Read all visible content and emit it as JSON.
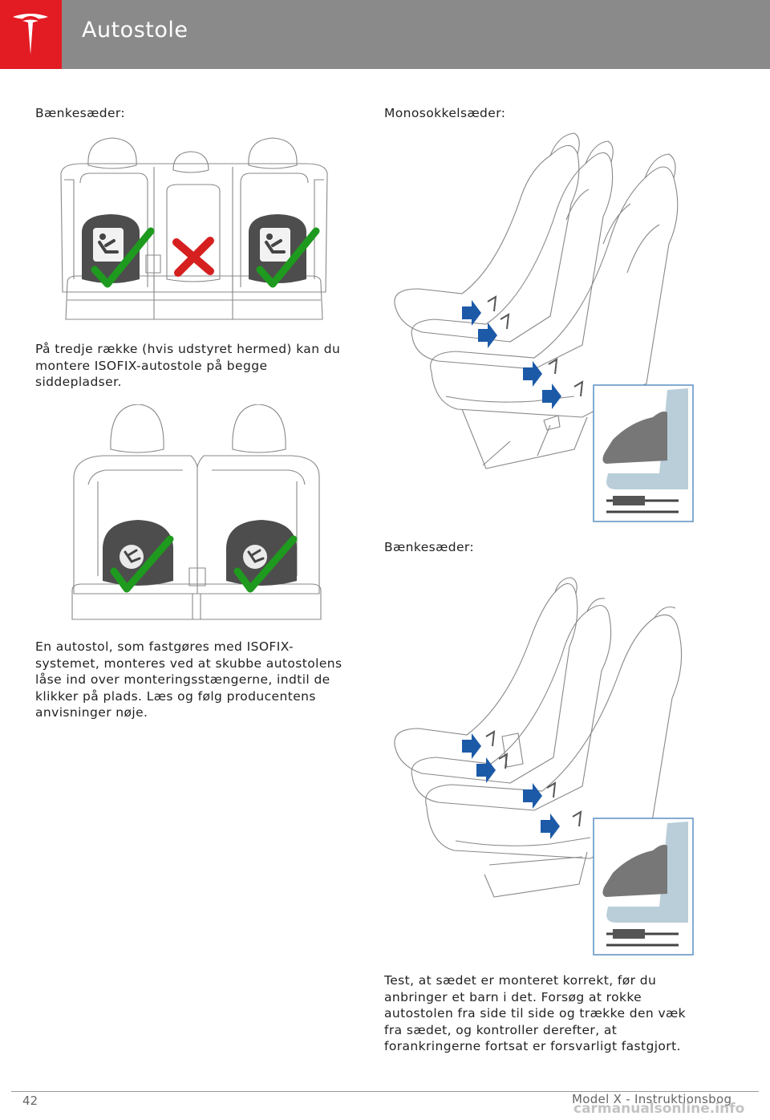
{
  "header": {
    "title": "Autostole",
    "brand_color": "#e31b23",
    "bar_color": "#8a8a8a",
    "logo_icon": "tesla-logo-icon"
  },
  "left_column": {
    "label_bench": "Bænkesæder:",
    "para_third_row": "På tredje række (hvis udstyret hermed) kan du montere ISOFIX-autostole på begge siddepladser.",
    "para_isofix": "En autostol, som fastgøres med ISOFIX-systemet, monteres ved at skubbe autostolens låse ind over monteringsstængerne, indtil de klikker på plads. Læs og følg producentens anvisninger nøje."
  },
  "right_column": {
    "label_mono": "Monosokkelsæder:",
    "label_bench": "Bænkesæder:",
    "para_test": "Test, at sædet er monteret korrekt, før du anbringer et barn i det. Forsøg at rokke autostolen fra side til side og trække den væk fra sædet, og kontroller derefter, at forankringerne fortsat er forsvarligt fastgjort."
  },
  "colors": {
    "check_green": "#1e9a1e",
    "cross_red": "#d62020",
    "arrow_blue": "#1c5aa8",
    "inset_border": "#5a8fc4"
  },
  "footer": {
    "page_number": "42",
    "doc_name": "Model X - Instruktionsbog",
    "watermark": "carmanualsonline.info"
  }
}
